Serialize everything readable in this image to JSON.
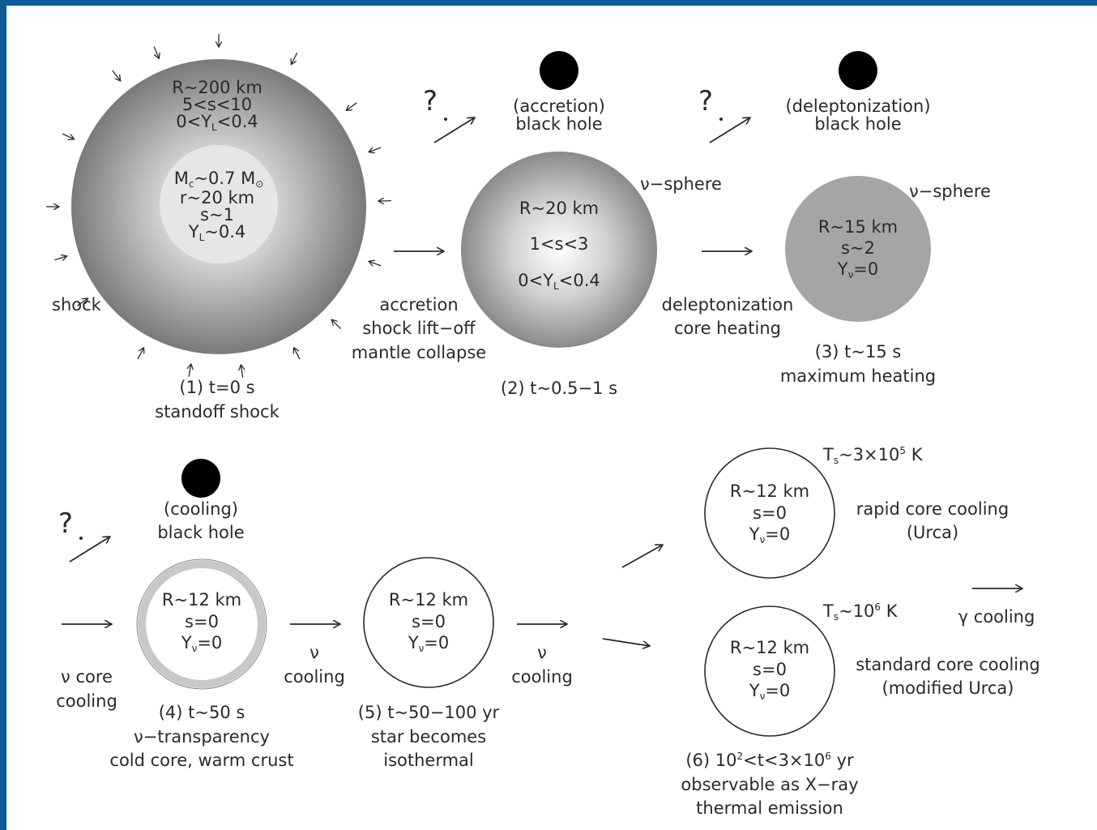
{
  "stage1": {
    "outer": [
      "R~200 km",
      "5<s<10"
    ],
    "outer_yl": {
      "pre": "0<Y",
      "sub": "L",
      "post": "<0.4"
    },
    "core_mass": {
      "pre": "M",
      "sub": "c",
      "mid": "~0.7 M",
      "sun": "⊙"
    },
    "core_r": "r~20 km",
    "core_s": "s~1",
    "core_yl": {
      "pre": "Y",
      "sub": "L",
      "post": "~0.4"
    },
    "shock_label": "shock",
    "caption": [
      "(1) t=0 s",
      "standoff shock"
    ]
  },
  "trans12": [
    "accretion",
    "shock lift−off",
    "mantle collapse"
  ],
  "stage2": {
    "bh": [
      "(accretion)",
      "black hole"
    ],
    "nu_sphere": "ν−sphere",
    "r": "R~20 km",
    "s": "1<s<3",
    "yl": {
      "pre": "0<Y",
      "sub": "L",
      "post": "<0.4"
    },
    "caption": [
      "(2) t~0.5−1 s"
    ]
  },
  "trans23": [
    "deleptonization",
    "core heating"
  ],
  "stage3": {
    "bh": [
      "(deleptonization)",
      "black hole"
    ],
    "nu_sphere": "ν−sphere",
    "r": "R~15 km",
    "s": "s~2",
    "ynu": {
      "pre": "Y",
      "sub": "ν",
      "post": "=0"
    },
    "caption": [
      "(3) t~15 s",
      "maximum heating"
    ]
  },
  "question_mark": "?",
  "trans34": [
    "ν core",
    "cooling"
  ],
  "stage4": {
    "bh": [
      "(cooling)",
      "black hole"
    ],
    "r": "R~12 km",
    "s": "s=0",
    "ynu": {
      "pre": "Y",
      "sub": "ν",
      "post": "=0"
    },
    "caption": [
      "(4) t~50 s",
      "ν−transparency",
      "cold core, warm crust"
    ]
  },
  "trans45": [
    "ν",
    "cooling"
  ],
  "stage5": {
    "r": "R~12 km",
    "s": "s=0",
    "ynu": {
      "pre": "Y",
      "sub": "ν",
      "post": "=0"
    },
    "caption": [
      "(5) t~50−100 yr",
      "star becomes",
      "isothermal"
    ]
  },
  "trans56": [
    "ν",
    "cooling"
  ],
  "stage6a": {
    "ts": {
      "pre": "T",
      "sub": "s",
      "mid": "~3×10",
      "sup": "5",
      "post": " K"
    },
    "r": "R~12 km",
    "s": "s=0",
    "ynu": {
      "pre": "Y",
      "sub": "ν",
      "post": "=0"
    },
    "desc": [
      "rapid core cooling",
      "(Urca)"
    ]
  },
  "stage6b": {
    "ts": {
      "pre": "T",
      "sub": "s",
      "mid": "~10",
      "sup": "6",
      "post": " K"
    },
    "r": "R~12 km",
    "s": "s=0",
    "ynu": {
      "pre": "Y",
      "sub": "ν",
      "post": "=0"
    },
    "desc": [
      "standard core cooling",
      "(modified Urca)"
    ]
  },
  "gamma": "γ cooling",
  "stage6_caption": {
    "l1": {
      "pre": "(6) 10",
      "sup1": "2",
      "mid": "<t<3×10",
      "sup2": "6",
      "post": " yr"
    },
    "l2": "observable as X−ray",
    "l3": "thermal emission"
  },
  "colors": {
    "frame": "#0d5d96",
    "ink": "#2a2a2a",
    "bh": "#000000"
  }
}
